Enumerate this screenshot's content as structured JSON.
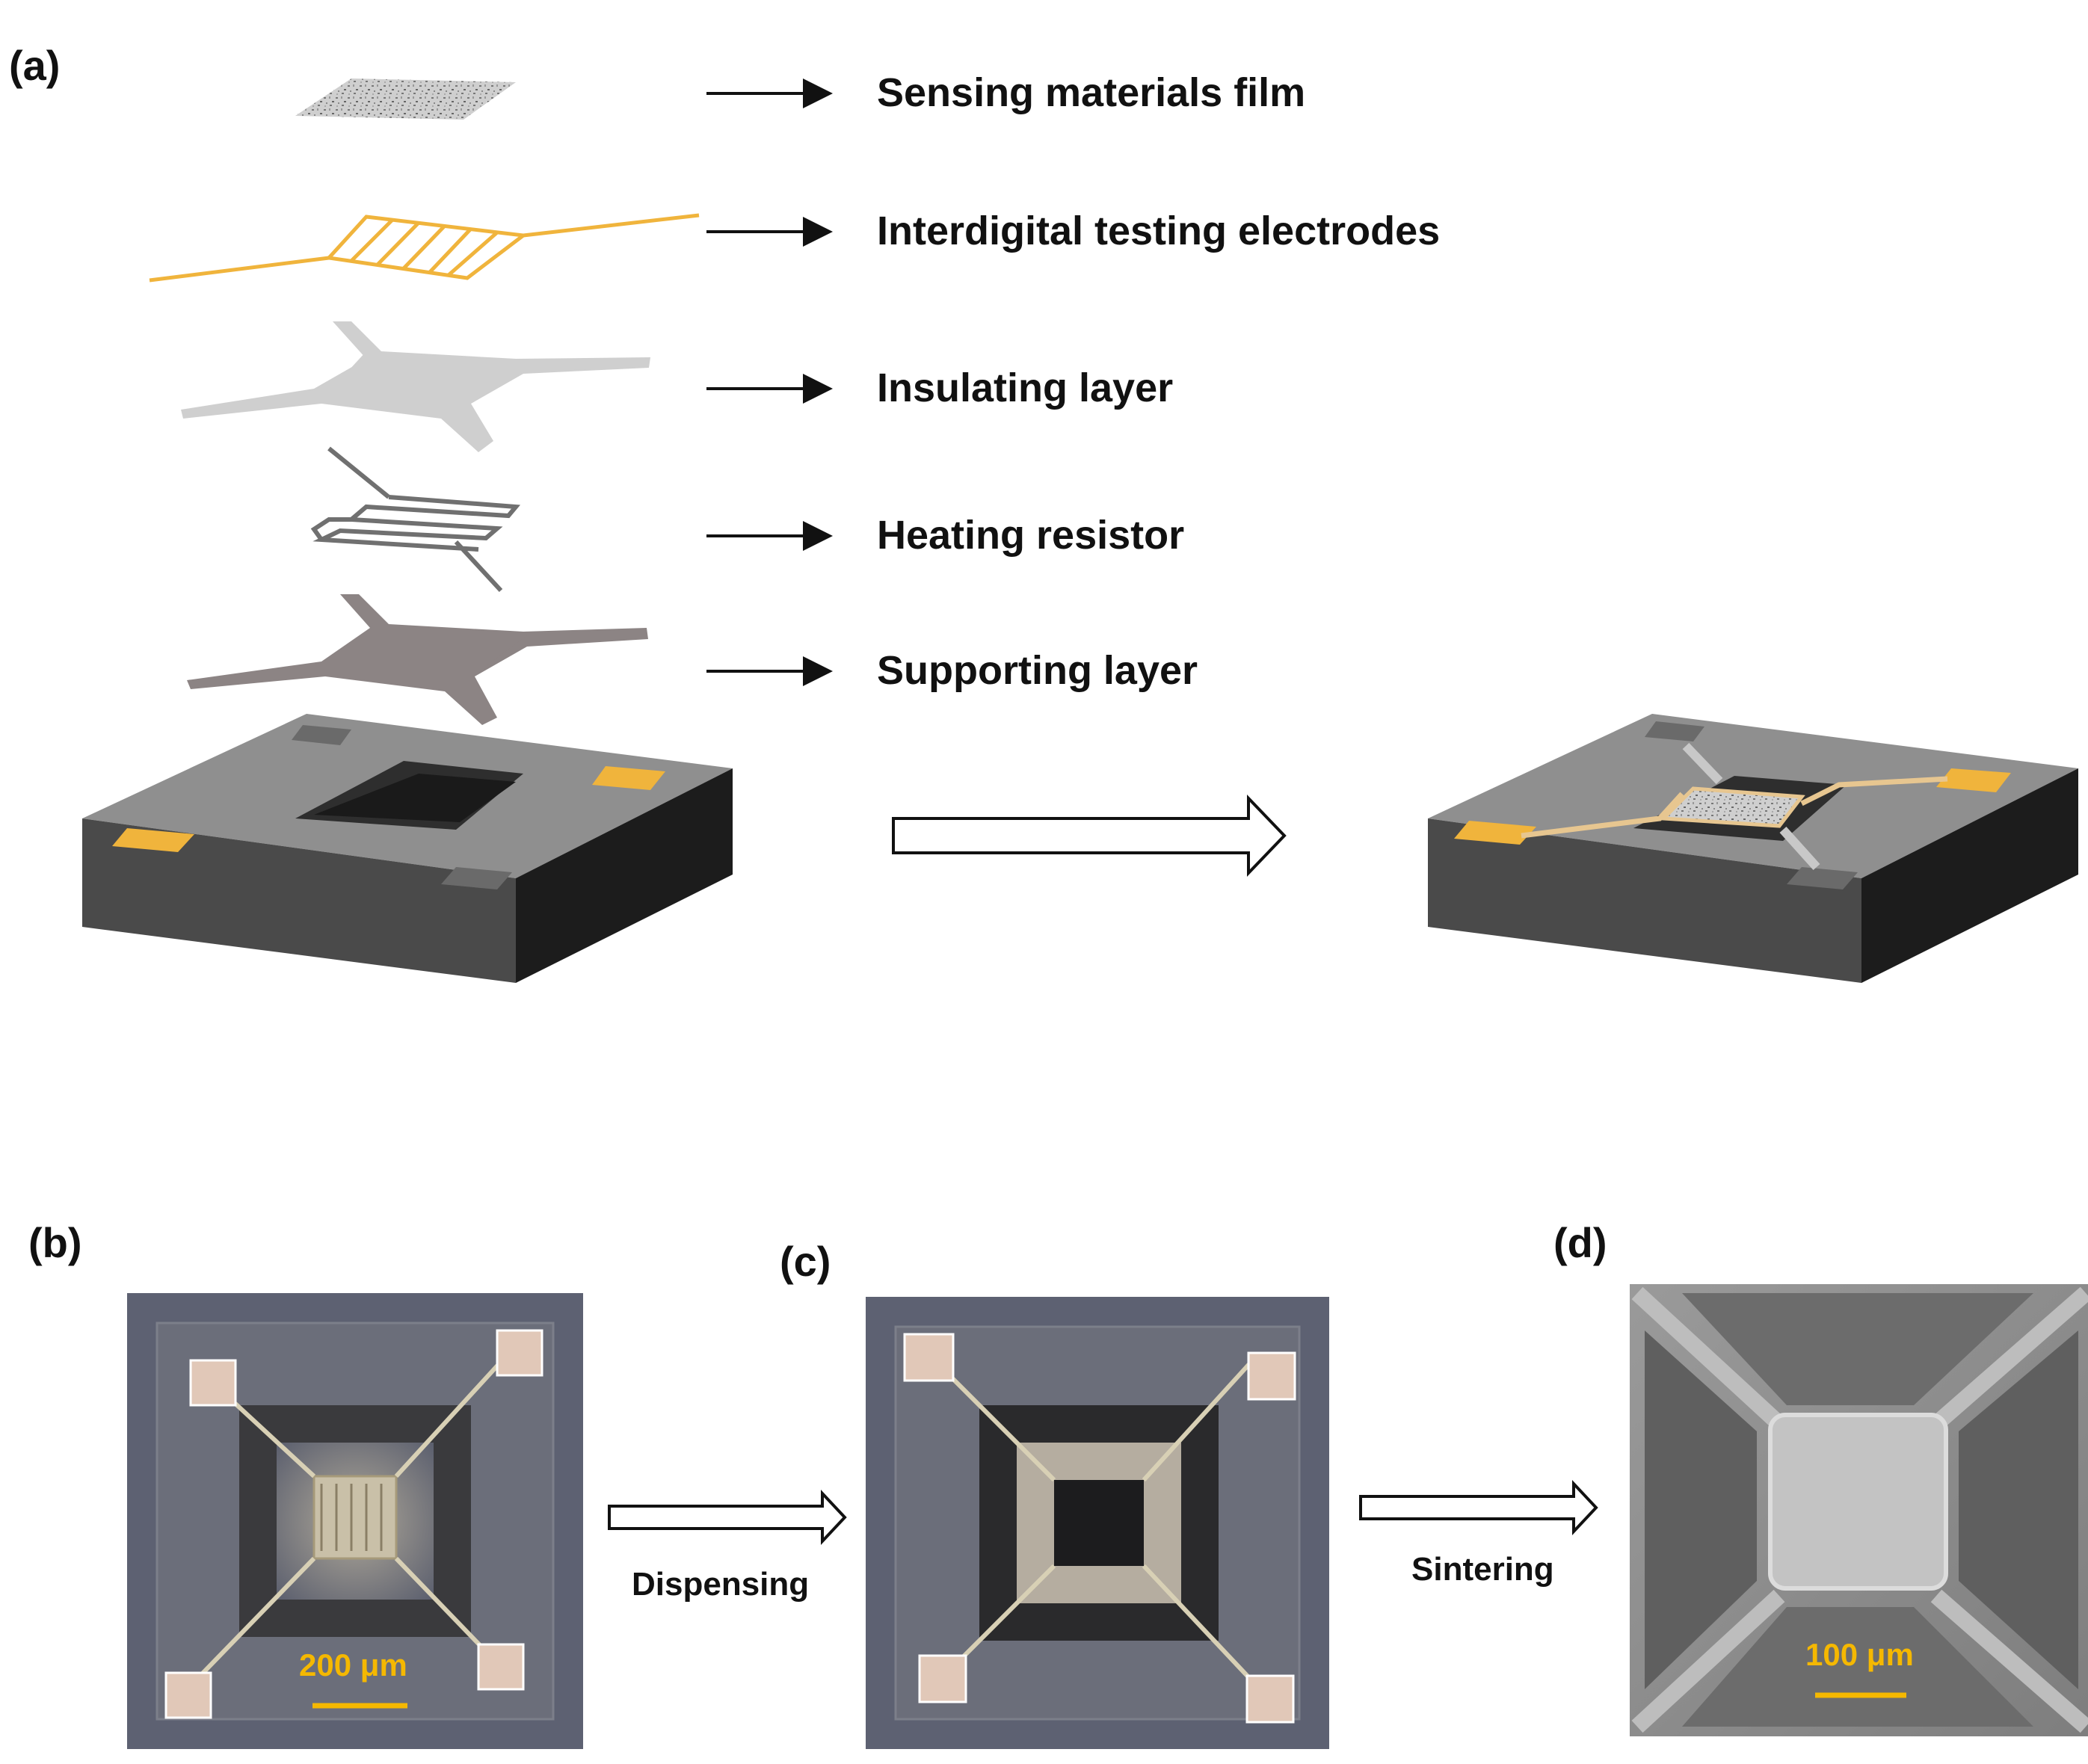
{
  "panels": {
    "a": "(a)",
    "b": "(b)",
    "c": "(c)",
    "d": "(d)"
  },
  "layers": [
    {
      "label": "Sensing materials film"
    },
    {
      "label": "Interdigital testing electrodes"
    },
    {
      "label": "Insulating layer"
    },
    {
      "label": "Heating resistor"
    },
    {
      "label": "Supporting layer"
    }
  ],
  "process": {
    "step1": "Dispensing",
    "step2": "Sintering"
  },
  "scale_bars": {
    "b": "200 μm",
    "d": "100 μm"
  },
  "colors": {
    "electrode_gold": "#f0b43c",
    "substrate_top": "#8f8f8f",
    "substrate_side": "#4a4a4a",
    "scale_text": "#f5b800"
  }
}
